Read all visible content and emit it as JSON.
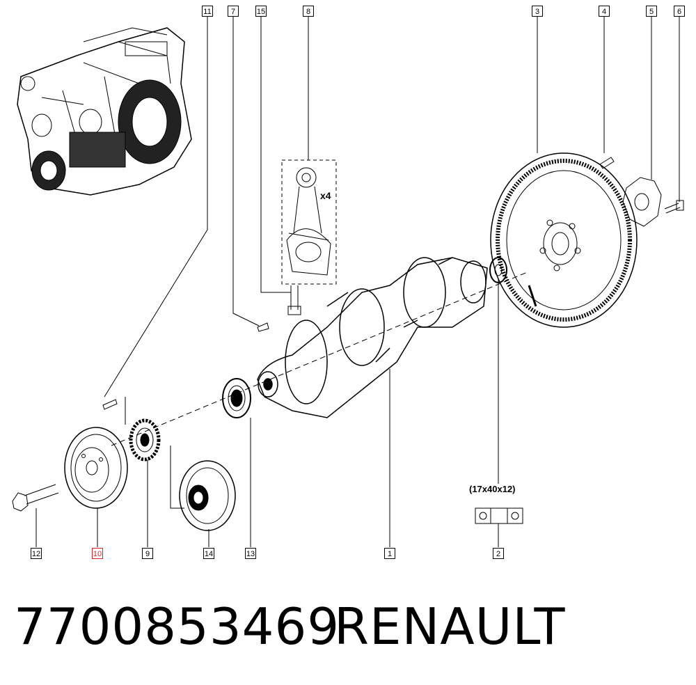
{
  "callouts": {
    "c11": "11",
    "c7": "7",
    "c15": "15",
    "c8": "8",
    "c3": "3",
    "c4": "4",
    "c5": "5",
    "c6": "6",
    "c12": "12",
    "c10": "10",
    "c9": "9",
    "c14": "14",
    "c13": "13",
    "c1": "1",
    "c2": "2"
  },
  "highlighted_callout": "10",
  "annotations": {
    "quantity": "x4",
    "dimension": "(17x40x12)"
  },
  "footer": {
    "part_number": "7700853469",
    "brand": "RENAULT"
  },
  "colors": {
    "line": "#000000",
    "highlight": "#e02020",
    "background": "#ffffff"
  }
}
